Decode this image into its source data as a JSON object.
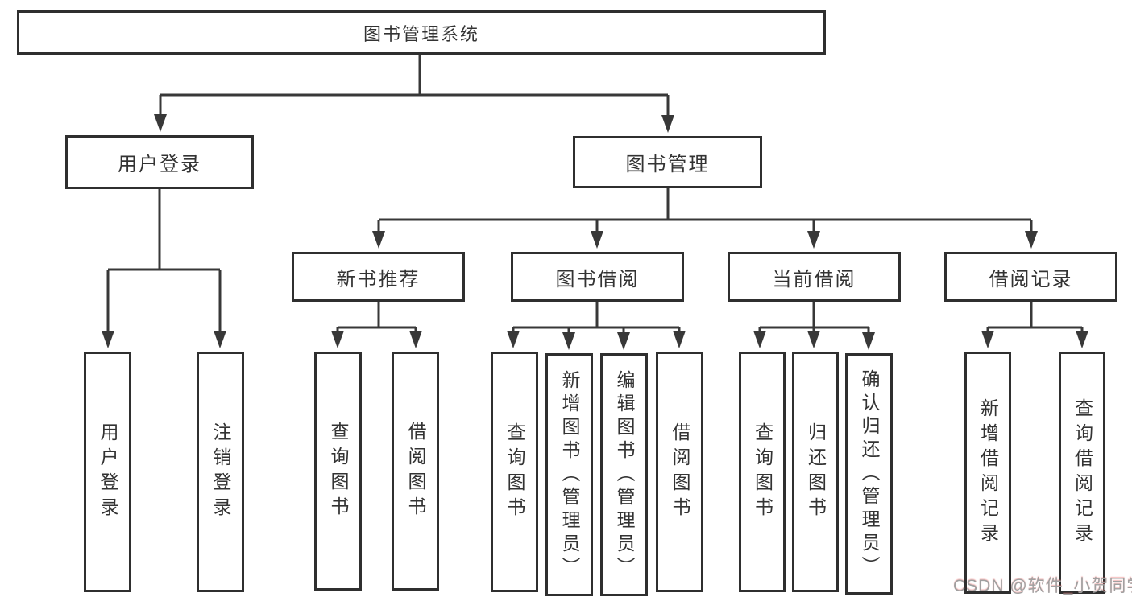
{
  "diagram": {
    "root": {
      "label": "图书管理系统"
    },
    "branches": [
      {
        "label": "用户登录",
        "children": [
          {
            "label": "用户登录"
          },
          {
            "label": "注销登录"
          }
        ]
      },
      {
        "label": "图书管理",
        "children": [
          {
            "label": "新书推荐",
            "children": [
              {
                "label": "查询图书"
              },
              {
                "label": "借阅图书"
              }
            ]
          },
          {
            "label": "图书借阅",
            "children": [
              {
                "label": "查询图书"
              },
              {
                "label": "新增图书（管理员）"
              },
              {
                "label": "编辑图书（管理员）"
              },
              {
                "label": "借阅图书"
              }
            ]
          },
          {
            "label": "当前借阅",
            "children": [
              {
                "label": "查询图书"
              },
              {
                "label": "归还图书"
              },
              {
                "label": "确认归还（管理员）"
              }
            ]
          },
          {
            "label": "借阅记录",
            "children": [
              {
                "label": "新增借阅记录"
              },
              {
                "label": "查询借阅记录"
              }
            ]
          }
        ]
      }
    ],
    "watermark": "CSDN @软件_小贺同学",
    "colors": {
      "line": "#383838",
      "box_border": "#2f2f2f",
      "text": "#333333",
      "background": "#ffffff",
      "watermark_text": "#a0a0a0"
    }
  }
}
